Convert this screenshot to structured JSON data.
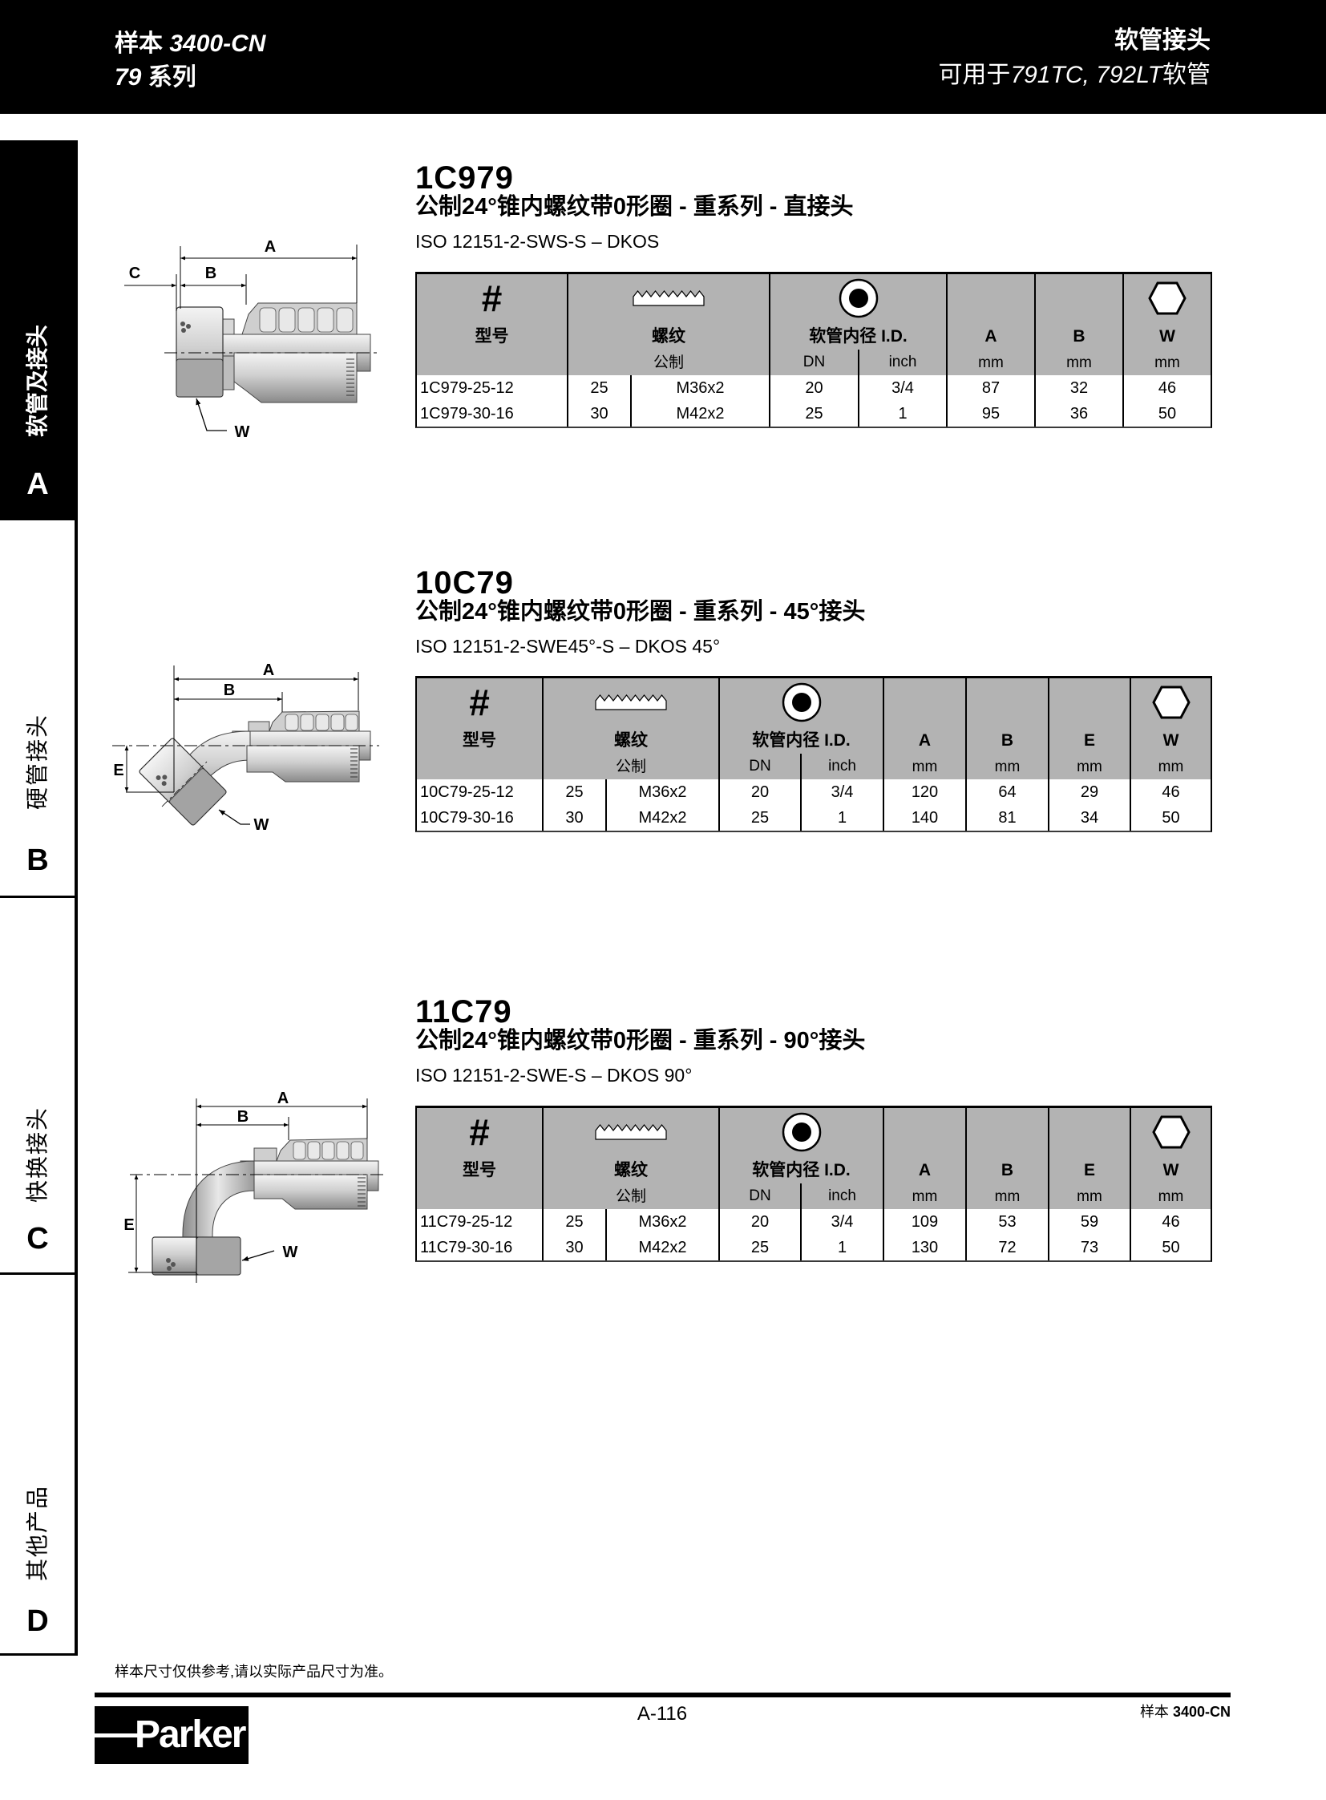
{
  "header": {
    "catalog_label": "样本",
    "catalog_number": "3400-CN",
    "series_number": "79",
    "series_label": "系列",
    "section_title": "软管接头",
    "applicable_prefix": "可用于",
    "applicable_hoses": "791TC, 792LT",
    "applicable_suffix": "软管"
  },
  "sidebar": {
    "tabs": [
      {
        "letter": "A",
        "label": "软管及接头",
        "active": true
      },
      {
        "letter": "B",
        "label": "硬管接头",
        "active": false
      },
      {
        "letter": "C",
        "label": "快换接头",
        "active": false
      },
      {
        "letter": "D",
        "label": "其他产品",
        "active": false
      }
    ]
  },
  "products": [
    {
      "part_number": "1C979",
      "description": "公制24°锥内螺纹带0形圈 - 重系列 - 直接头",
      "standard": "ISO 12151-2-SWS-S – DKOS",
      "drawing": {
        "label_a": "A",
        "label_b": "B",
        "label_c": "C",
        "label_w": "W"
      },
      "table": {
        "headers": {
          "model": {
            "icon": "#",
            "label": "型号"
          },
          "thread": {
            "icon": "thread-icon",
            "label": "螺纹",
            "unit": "公制"
          },
          "hose_id": {
            "icon": "hose-id-icon",
            "label": "软管内径 I.D.",
            "units": [
              "DN",
              "inch"
            ]
          },
          "dims": [
            {
              "label": "A",
              "unit": "mm"
            },
            {
              "label": "B",
              "unit": "mm"
            },
            {
              "label": "W",
              "unit": "mm",
              "icon": "hex-icon"
            }
          ]
        },
        "rows": [
          [
            "1C979-25-12",
            "25",
            "M36x2",
            "20",
            "3/4",
            "87",
            "32",
            "46"
          ],
          [
            "1C979-30-16",
            "30",
            "M42x2",
            "25",
            "1",
            "95",
            "36",
            "50"
          ]
        ]
      }
    },
    {
      "part_number": "10C79",
      "description": "公制24°锥内螺纹带0形圈 - 重系列 - 45°接头",
      "standard": "ISO 12151-2-SWE45°-S – DKOS 45°",
      "drawing": {
        "label_a": "A",
        "label_b": "B",
        "label_e": "E",
        "label_w": "W"
      },
      "table": {
        "headers": {
          "model": {
            "icon": "#",
            "label": "型号"
          },
          "thread": {
            "icon": "thread-icon",
            "label": "螺纹",
            "unit": "公制"
          },
          "hose_id": {
            "icon": "hose-id-icon",
            "label": "软管内径 I.D.",
            "units": [
              "DN",
              "inch"
            ]
          },
          "dims": [
            {
              "label": "A",
              "unit": "mm"
            },
            {
              "label": "B",
              "unit": "mm"
            },
            {
              "label": "E",
              "unit": "mm"
            },
            {
              "label": "W",
              "unit": "mm",
              "icon": "hex-icon"
            }
          ]
        },
        "rows": [
          [
            "10C79-25-12",
            "25",
            "M36x2",
            "20",
            "3/4",
            "120",
            "64",
            "29",
            "46"
          ],
          [
            "10C79-30-16",
            "30",
            "M42x2",
            "25",
            "1",
            "140",
            "81",
            "34",
            "50"
          ]
        ]
      }
    },
    {
      "part_number": "11C79",
      "description": "公制24°锥内螺纹带0形圈 - 重系列 - 90°接头",
      "standard": "ISO 12151-2-SWE-S – DKOS 90°",
      "drawing": {
        "label_a": "A",
        "label_b": "B",
        "label_e": "E",
        "label_w": "W"
      },
      "table": {
        "headers": {
          "model": {
            "icon": "#",
            "label": "型号"
          },
          "thread": {
            "icon": "thread-icon",
            "label": "螺纹",
            "unit": "公制"
          },
          "hose_id": {
            "icon": "hose-id-icon",
            "label": "软管内径 I.D.",
            "units": [
              "DN",
              "inch"
            ]
          },
          "dims": [
            {
              "label": "A",
              "unit": "mm"
            },
            {
              "label": "B",
              "unit": "mm"
            },
            {
              "label": "E",
              "unit": "mm"
            },
            {
              "label": "W",
              "unit": "mm",
              "icon": "hex-icon"
            }
          ]
        },
        "rows": [
          [
            "11C79-25-12",
            "25",
            "M36x2",
            "20",
            "3/4",
            "109",
            "53",
            "59",
            "46"
          ],
          [
            "11C79-30-16",
            "30",
            "M42x2",
            "25",
            "1",
            "130",
            "72",
            "73",
            "50"
          ]
        ]
      }
    }
  ],
  "footer": {
    "disclaimer": "样本尺寸仅供参考,请以实际产品尺寸为准。",
    "page_number": "A-116",
    "catalog_label": "样本",
    "catalog_number": "3400-CN",
    "logo_text": "Parker"
  },
  "colors": {
    "header_band": "#000000",
    "table_header_bg": "#b3b3b3",
    "table_border": "#000000",
    "page_bg": "#ffffff",
    "text": "#000000"
  }
}
